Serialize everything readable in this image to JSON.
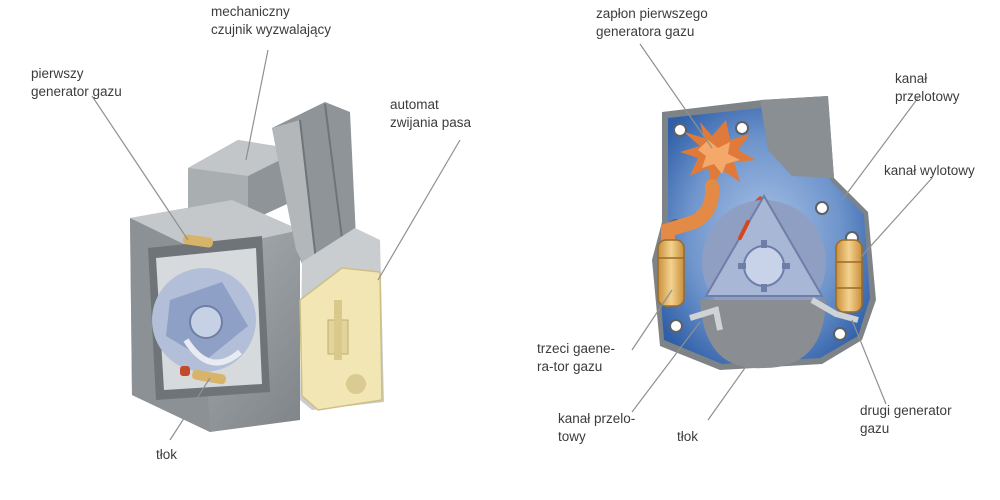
{
  "colors": {
    "housing": "#9fa4a7",
    "housing_dark": "#6f7478",
    "belt": "#8a8f93",
    "spool": "#f2e6b4",
    "rotor": "#98a6c4",
    "rotor_chamber": "#a9b7d6",
    "housing_blue": "#2f5fa8",
    "flame": "#e07a3a",
    "channel_red": "#d5451f",
    "cartridge": "#e7b96a",
    "leader": "#909090",
    "text": "#3c3c3c"
  },
  "labels": {
    "mech_sensor": {
      "line1": "mechaniczny",
      "line2": "czujnik wyzwalający"
    },
    "first_generator": {
      "line1": "pierwszy",
      "line2": "generator gazu"
    },
    "belt_retractor": {
      "line1": "automat",
      "line2": "zwijania pasa"
    },
    "piston_left": {
      "line1": "tłok"
    },
    "ignition": {
      "line1": "zapłon pierwszego",
      "line2": "generatora gazu"
    },
    "transfer_channel_top": {
      "line1": "kanał",
      "line2": "przelotowy"
    },
    "outlet_channel": {
      "line1": "kanał wylotowy"
    },
    "third_generator": {
      "line1": "trzeci gaene-",
      "line2": "ra-tor gazu"
    },
    "transfer_channel_bottom": {
      "line1": "kanał przelo-",
      "line2": "towy"
    },
    "piston_right": {
      "line1": "tłok"
    },
    "second_generator": {
      "line1": "drugi generator",
      "line2": "gazu"
    }
  }
}
